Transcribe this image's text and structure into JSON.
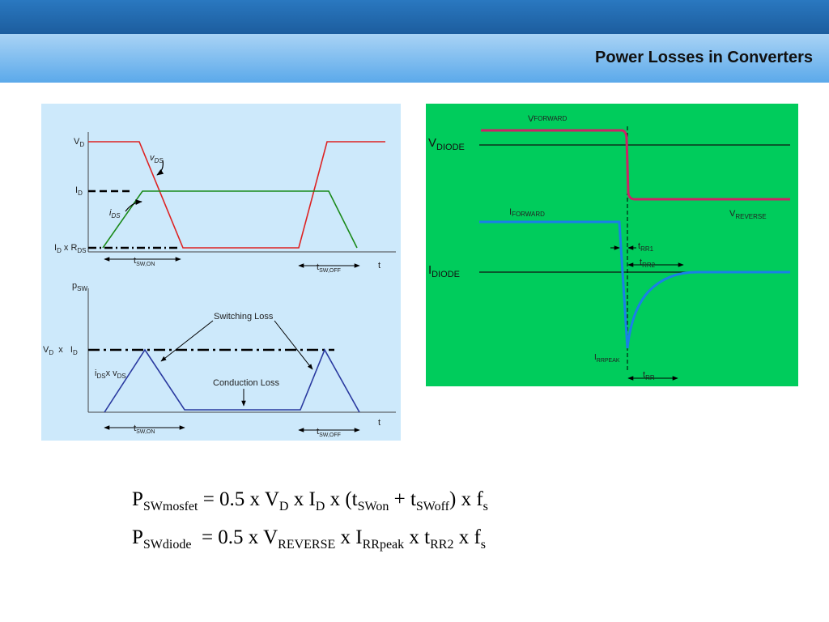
{
  "slide": {
    "title": "Power Losses in Converters"
  },
  "mosfet_diagram": {
    "labels": {
      "vd": "V",
      "vd_sub": "D",
      "vds": "v",
      "vds_sub": "DS",
      "id": "I",
      "id_sub": "D",
      "ids": "i",
      "ids_sub": "DS",
      "idrds_a": "I",
      "idrds_a_sub": "D",
      "idrds_x": " x R",
      "idrds_b_sub": "DS",
      "tswon": "t",
      "tswon_sub": "SW,ON",
      "tswoff": "t",
      "tswoff_sub": "SW,OFF",
      "t_axis": "t",
      "psw": "p",
      "psw_sub": "SW",
      "vdxid_a": "V",
      "vdxid_a_sub": "D",
      "vdxid_x": "  x   I",
      "vdxid_b_sub": "D",
      "idsxvds_a": "i",
      "idsxvds_a_sub": "DS",
      "idsxvds_x": "x v",
      "idsxvds_b_sub": "DS",
      "switching_loss": "Switching Loss",
      "conduction_loss": "Conduction Loss"
    },
    "colors": {
      "vds_trace": "#dd2222",
      "ids_trace": "#1a8a1a",
      "psw_trace": "#2a3aa0"
    }
  },
  "diode_diagram": {
    "labels": {
      "vforward": "V",
      "vforward_sub": "FORWARD",
      "vdiode": "V",
      "vdiode_sub": "DIODE",
      "vreverse": "V",
      "vreverse_sub": "REVERSE",
      "iforward": "I",
      "iforward_sub": "FORWARD",
      "idiode": "I",
      "idiode_sub": "DIODE",
      "trr1": "t",
      "trr1_sub": "RR1",
      "trr2": "t",
      "trr2_sub": "RR2",
      "irrpeak": "I",
      "irrpeak_sub": "RRPEAK",
      "trr": "t",
      "trr_sub": "RR"
    },
    "colors": {
      "voltage_trace": "#cc2266",
      "current_trace": "#1a7fe8",
      "background": "#00cc5c"
    }
  },
  "formulas": {
    "mosfet": {
      "p": "P",
      "p_sub": "SWmosfet",
      "eq": " = 0.5 x V",
      "vd_sub": "D",
      "x_i": " x I",
      "id_sub": "D",
      "x_t": " x (t",
      "t1_sub": "SWon",
      "plus_t": " + t",
      "t2_sub": "SWoff",
      "x_f": ") x f",
      "fs_sub": "s"
    },
    "diode": {
      "p": "P",
      "p_sub": "SWdiode",
      "eq": "  = 0.5 x V",
      "v_sub": "REVERSE",
      "x_i": " x I",
      "i_sub": "RRpeak",
      "x_t": " x t",
      "t_sub": "RR2",
      "x_f": " x f",
      "fs_sub": "s"
    }
  }
}
